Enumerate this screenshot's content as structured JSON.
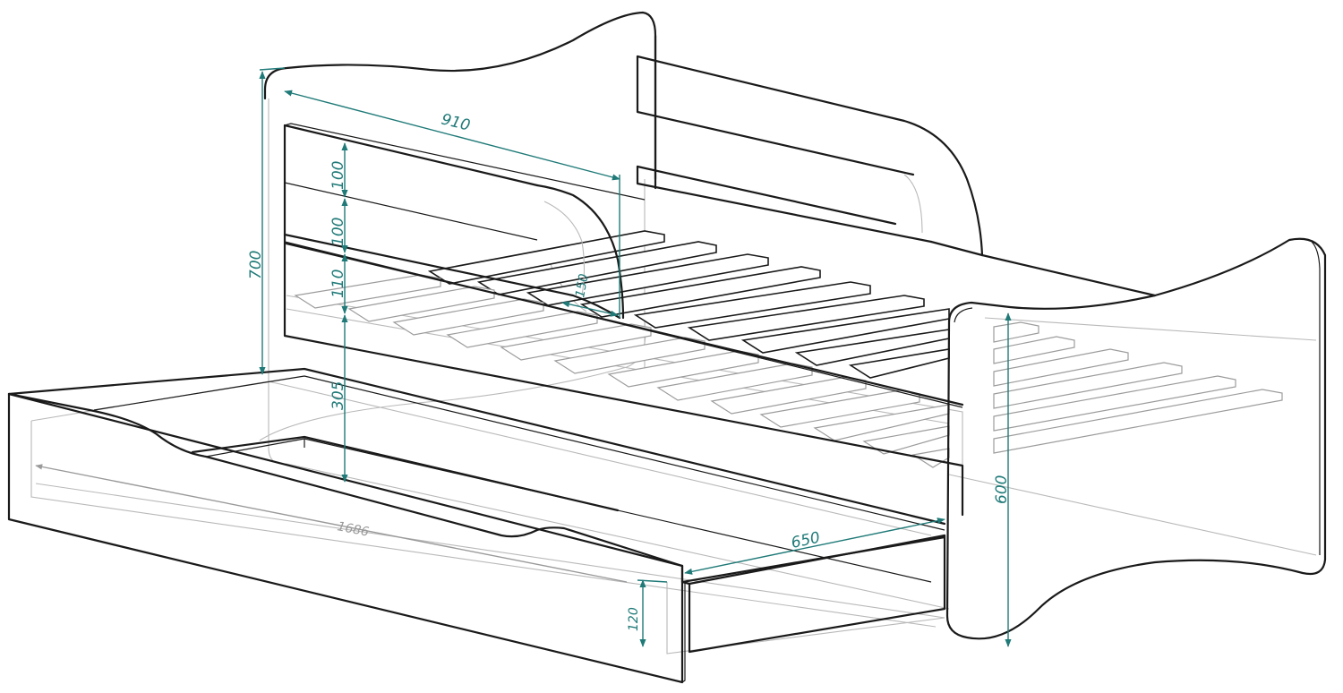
{
  "colors": {
    "dimension": "#1f7a78",
    "outline": "#1a1a1a",
    "hidden": "#b9b9b9",
    "hidden_dim": "#9a9a9a"
  },
  "dimensions": {
    "height_total": "700",
    "inner_length": "910",
    "rail_gap_1": "100",
    "rail_gap_2": "100",
    "rail_gap_3": "110",
    "under_clearance": "305",
    "rail_width": "150",
    "footboard_height": "600",
    "drawer_width": "650",
    "drawer_height": "120",
    "drawer_length": "1686"
  }
}
